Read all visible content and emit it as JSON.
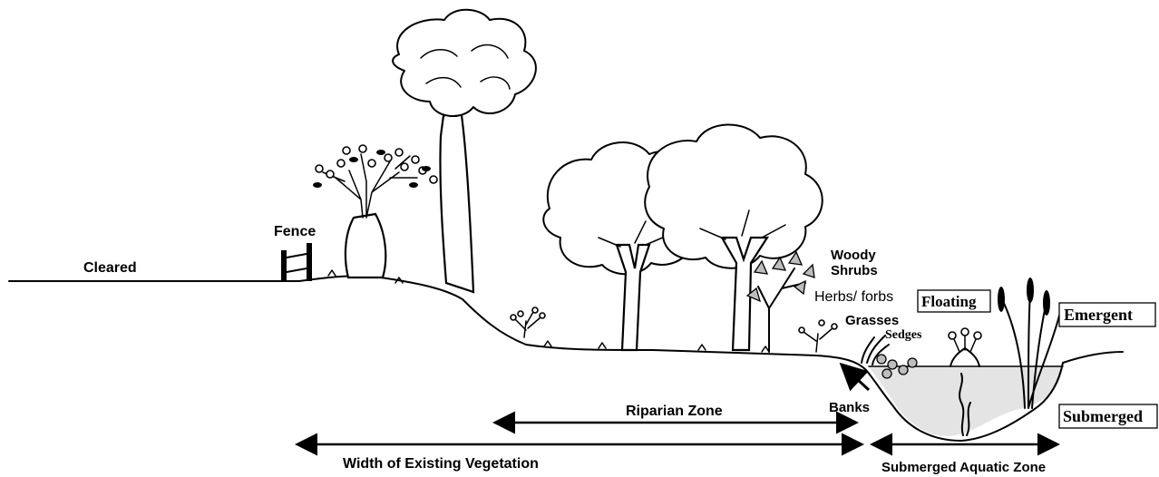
{
  "labels": {
    "cleared": "Cleared",
    "fence": "Fence",
    "woody_shrubs_line1": "Woody",
    "woody_shrubs_line2": "Shrubs",
    "herbs_forbs": "Herbs/ forbs",
    "grasses": "Grasses",
    "sedges": "Sedges",
    "floating": "Floating",
    "emergent": "Emergent",
    "submerged": "Submerged",
    "banks": "Banks",
    "riparian_zone": "Riparian Zone",
    "width_of_existing_vegetation": "Width of Existing Vegetation",
    "submerged_aquatic_zone": "Submerged Aquatic Zone"
  },
  "colors": {
    "ink": "#000000",
    "water": "#e4e4e4",
    "shrub_leaf": "#bdbdbd",
    "background": "#ffffff"
  }
}
